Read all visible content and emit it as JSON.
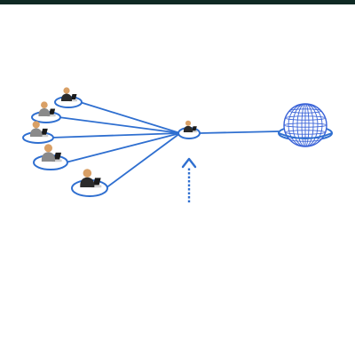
{
  "colors": {
    "top_bar": "#0f2a24",
    "network_blue": "#2f6fd0",
    "globe_blue": "#3a63d8",
    "skin": "#d9a066",
    "suit_dark": "#2b2b2b",
    "suit_grey": "#8a8a8a",
    "laptop": "#1a1a1a",
    "desk": "#cfcfcf"
  },
  "nodes": {
    "clients": [
      {
        "id": "client-1",
        "suit": "dark",
        "icon": "person-laptop-icon"
      },
      {
        "id": "client-2",
        "suit": "grey",
        "icon": "person-laptop-icon"
      },
      {
        "id": "client-3",
        "suit": "grey",
        "icon": "person-laptop-icon"
      },
      {
        "id": "client-4",
        "suit": "grey",
        "icon": "person-laptop-icon"
      },
      {
        "id": "client-5",
        "suit": "dark",
        "icon": "person-laptop-icon"
      }
    ],
    "hub": {
      "id": "hub",
      "icon": "person-laptop-icon"
    },
    "internet": {
      "id": "internet",
      "icon": "globe-icon"
    }
  },
  "arrow": {
    "direction": "up",
    "style": "dashed",
    "icon": "dashed-up-arrow-icon"
  }
}
